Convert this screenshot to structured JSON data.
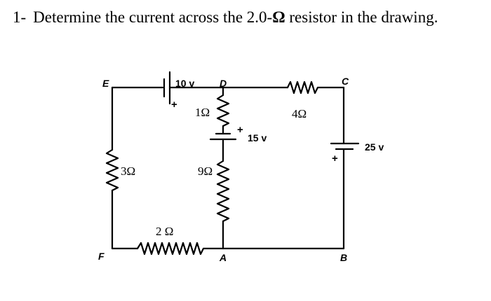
{
  "question": {
    "number": "1-",
    "text_before": "Determine the current across the 2.0-",
    "omega": "Ω",
    "text_after": " resistor in the drawing."
  },
  "circuit": {
    "nodes": {
      "E": "E",
      "D": "D",
      "C": "C",
      "F": "F",
      "A": "A",
      "B": "B"
    },
    "resistors": {
      "r3": "3Ω",
      "r1": "1Ω",
      "r9": "9Ω",
      "r4": "4Ω",
      "r2": "2 Ω"
    },
    "batteries": {
      "v10": "10 v",
      "v15": "15 v",
      "v25": "25 v"
    },
    "polarity": {
      "plus_10": "+",
      "plus_15": "+",
      "plus_25": "+"
    }
  }
}
